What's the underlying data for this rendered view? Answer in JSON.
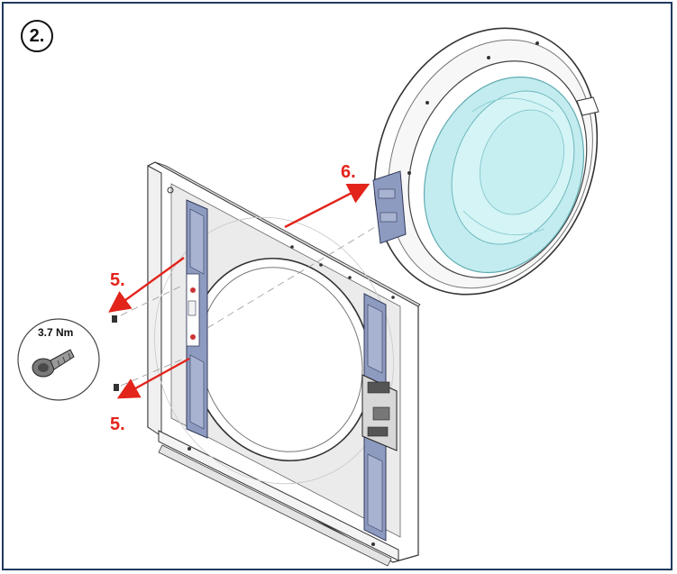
{
  "step": {
    "number": "2."
  },
  "callouts": {
    "door_removal": "6.",
    "screw_top": "5.",
    "screw_bottom": "5."
  },
  "torque": {
    "value": "3.7 Nm"
  },
  "colors": {
    "arrow_red": "#e3241b",
    "glass_cyan": "#bfecef",
    "bracket_blue": "#8e9bc0",
    "frame_border": "#1f3a5f"
  }
}
